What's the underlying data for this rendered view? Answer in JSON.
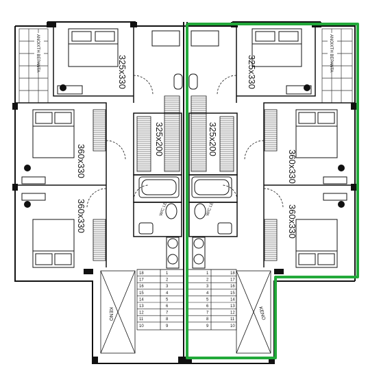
{
  "rooms": {
    "bedroom_top_left": "325x330",
    "bedroom_top_right": "325x330",
    "bedroom_mid_left": "360x330",
    "bedroom_mid_right": "360x330",
    "bedroom_low_left": "360x330",
    "bedroom_low_right": "360x330",
    "corridor_left": "325x200",
    "corridor_right": "325x200"
  },
  "balcony": {
    "left": "ΑΝΟΙΧΤΗ ΒΕΡΑΝΤΑ",
    "right": "ΑΝΟΙΧΤΗ ΒΕΡΑΝΤΑ"
  },
  "void": {
    "left": "ΚΕΝΟ",
    "right": "ΚΕΝΟ"
  },
  "wc": {
    "left": "W/C LE",
    "right": "W/C LE"
  },
  "stairs": {
    "left_outer": [
      "18",
      "17",
      "16",
      "15",
      "14",
      "13",
      "12",
      "11",
      "10"
    ],
    "left_inner": [
      "1",
      "2",
      "3",
      "4",
      "5",
      "6",
      "7",
      "8",
      "9"
    ],
    "right_inner": [
      "1",
      "2",
      "3",
      "4",
      "5",
      "6",
      "7",
      "8",
      "9"
    ],
    "right_outer": [
      "18",
      "17",
      "16",
      "15",
      "14",
      "13",
      "12",
      "11",
      "10"
    ]
  },
  "highlight_color": "#22a93a"
}
